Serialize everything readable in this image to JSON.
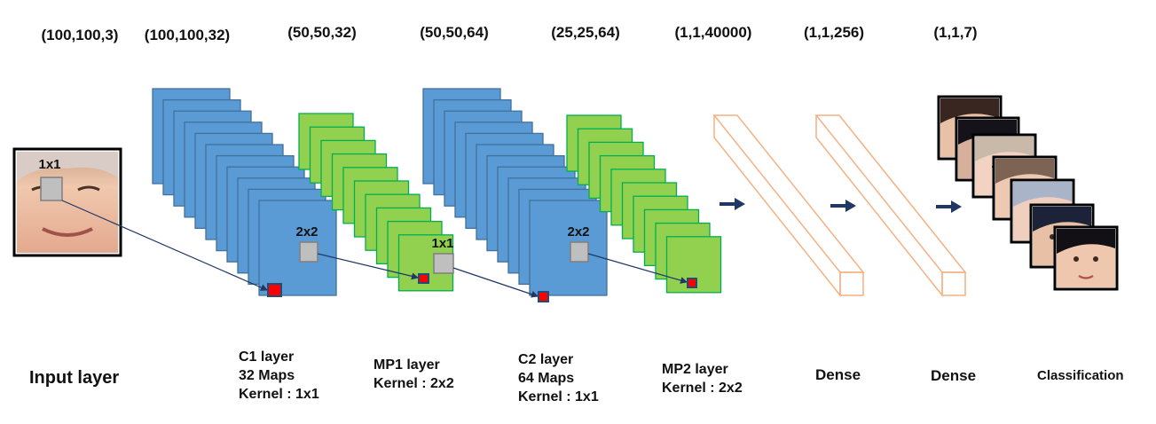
{
  "shapes": [
    "(100,100,3)",
    "(100,100,32)",
    "(50,50,32)",
    "(50,50,64)",
    "(25,25,64)",
    "(1,1,40000)",
    "(1,1,256)",
    "(1,1,7)"
  ],
  "layers": {
    "input": "Input layer",
    "c1": [
      "C1 layer",
      "32 Maps",
      "Kernel : 1x1"
    ],
    "mp1": [
      "MP1 layer",
      "Kernel : 2x2"
    ],
    "c2": [
      "C2 layer",
      "64 Maps",
      "Kernel : 1x1"
    ],
    "mp2": [
      "MP2 layer",
      "Kernel : 2x2"
    ],
    "dense1": "Dense",
    "dense2": "Dense",
    "classification": "Classification"
  },
  "kernel_labels": {
    "input": "1x1",
    "c1": "2x2",
    "mp1": "1x1",
    "c2": "2x2"
  },
  "class_count": 7,
  "colors": {
    "conv_fill": "#5b9bd5",
    "conv_stroke": "#41719c",
    "pool_fill": "#92d050",
    "pool_stroke": "#00b050",
    "dense_stroke": "#f4b183",
    "kernel_fill": "#bfbfbf",
    "target_fill": "#ff0000",
    "arrow": "#1f3864"
  }
}
